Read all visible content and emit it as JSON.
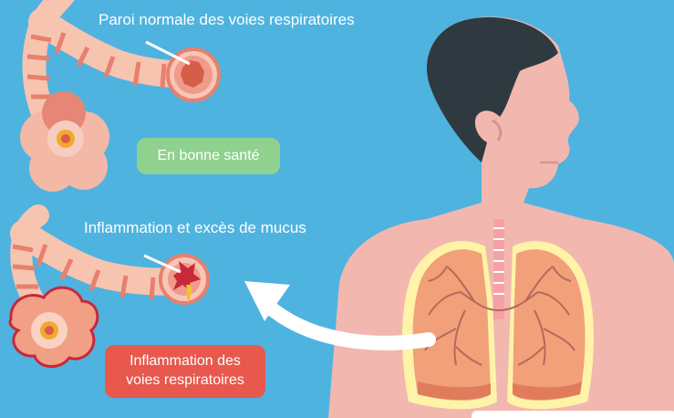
{
  "labels": {
    "healthy_wall": "Paroi normale des voies respiratoires",
    "inflamed_wall": "Inflammation et excès de mucus"
  },
  "badges": {
    "healthy": "En bonne santé",
    "inflamed_line1": "Inflammation des",
    "inflamed_line2": "voies respiratoires"
  },
  "colors": {
    "background": "#4fb3e0",
    "healthy_badge": "#8fd18f",
    "inflamed_badge": "#e8584d",
    "skin": "#f2b8b0",
    "hair": "#2f3a40",
    "lung": "#f1a07a"
  }
}
